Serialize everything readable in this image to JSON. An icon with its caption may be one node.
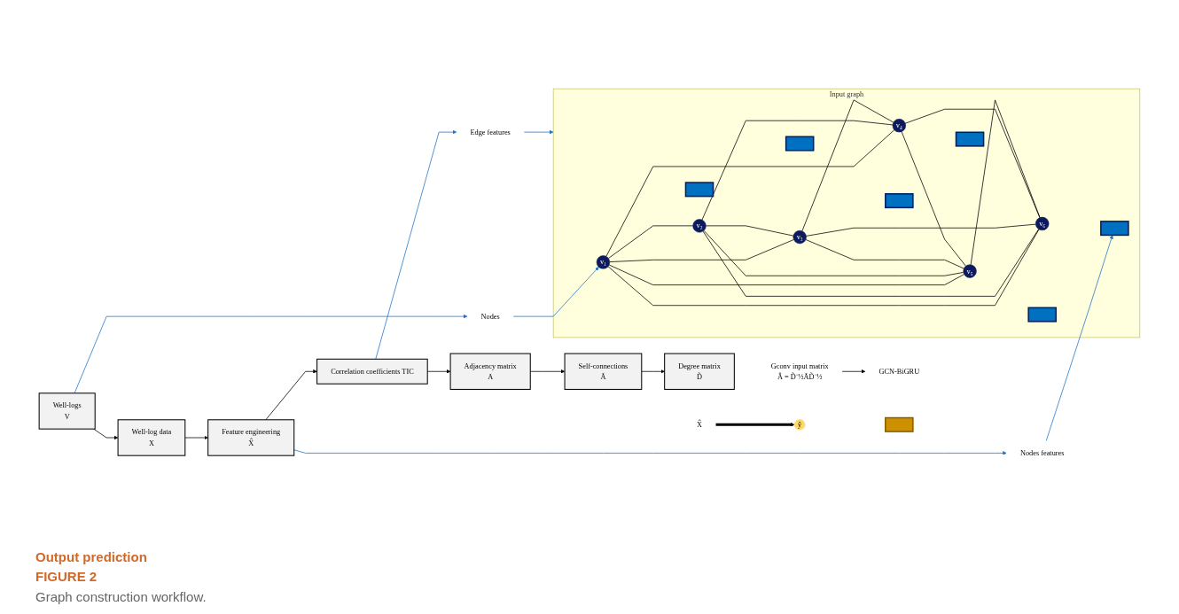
{
  "diagram": {
    "caption": "Graph construction workflow.",
    "nodes": [
      {
        "text": [
          "Well-logs",
          "V"
        ]
      },
      {
        "text": [
          "Well-log data",
          "X"
        ]
      },
      {
        "text": [
          "Feature engineering",
          "X̂"
        ]
      },
      {
        "text": [
          "Correlation coefficients TIC"
        ]
      },
      {
        "text": [
          "Adjacency matrix",
          "A"
        ]
      },
      {
        "text": [
          "Self-connections",
          "Ã"
        ]
      },
      {
        "text": [
          "Degree matrix",
          "D̃"
        ]
      },
      {
        "text": [
          "Nodes"
        ]
      },
      {
        "text": [
          "Nodes features"
        ]
      },
      {
        "text": [
          "Edge features"
        ]
      },
      {
        "text": [
          "Input graph"
        ]
      },
      {
        "text": [
          "v₁"
        ],
        "in": 10
      },
      {
        "text": [
          "v₂"
        ],
        "in": 10
      },
      {
        "text": [
          "v₃"
        ],
        "in": 10
      },
      {
        "text": [
          "v₄"
        ],
        "in": 10
      },
      {
        "text": [
          "v₅"
        ],
        "in": 10
      },
      {
        "text": [
          "v₆"
        ],
        "in": 10
      },
      {
        "text": [],
        "shape": "bar",
        "in": 10
      },
      {
        "text": [],
        "shape": "bar",
        "in": 10
      },
      {
        "text": [],
        "shape": "bar",
        "in": 10
      },
      {
        "text": [],
        "shape": "bar",
        "in": 10
      },
      {
        "text": [],
        "shape": "bar",
        "in": 10
      },
      {
        "text": [],
        "shape": "bar",
        "in": 10
      },
      {
        "text": [
          "X̂"
        ]
      },
      {
        "text": [
          "GCN-BiGRU"
        ]
      },
      {
        "text": [
          "ŷ"
        ]
      },
      {
        "text": [],
        "shape": "bar"
      },
      {
        "text": [
          "Gconv input matrix",
          "Â = D̃⁻½ÃD̃⁻½"
        ]
      }
    ],
    "edges": [
      {
        "from": 0,
        "to": 1,
        "arrow": "to"
      },
      {
        "from": 1,
        "to": 2,
        "arrow": "to"
      },
      {
        "from": 2,
        "to": 3,
        "arrow": "to"
      },
      {
        "from": 3,
        "to": 4,
        "arrow": "to"
      },
      {
        "from": 4,
        "to": 5,
        "arrow": "to"
      },
      {
        "from": 5,
        "to": 6,
        "arrow": "to"
      },
      {
        "from": 0,
        "to": 7,
        "arrow": "to",
        "color": "#1f74c9"
      },
      {
        "from": 2,
        "to": 8,
        "arrow": "to",
        "color": "#1f74c9"
      },
      {
        "from": 3,
        "to": 9,
        "arrow": "to",
        "color": "#1f74c9"
      },
      {
        "from": 7,
        "to": 11,
        "arrow": "to",
        "color": "#1f74c9"
      },
      {
        "from": 8,
        "to": 18,
        "arrow": "to",
        "color": "#1f74c9"
      },
      {
        "from": 9,
        "to": 10,
        "arrow": "to",
        "color": "#1f74c9"
      },
      {
        "from": 11,
        "to": 12,
        "arrow": "none"
      },
      {
        "from": 11,
        "to": 13,
        "arrow": "none"
      },
      {
        "from": 11,
        "to": 14,
        "arrow": "none"
      },
      {
        "from": 11,
        "to": 15,
        "arrow": "none"
      },
      {
        "from": 11,
        "to": 16,
        "arrow": "none"
      },
      {
        "from": 12,
        "to": 13,
        "arrow": "none"
      },
      {
        "from": 12,
        "to": 14,
        "arrow": "none"
      },
      {
        "from": 12,
        "to": 15,
        "arrow": "none"
      },
      {
        "from": 12,
        "to": 16,
        "arrow": "none"
      },
      {
        "from": 13,
        "to": 14,
        "arrow": "none"
      },
      {
        "from": 13,
        "to": 15,
        "arrow": "none"
      },
      {
        "from": 13,
        "to": 16,
        "arrow": "none"
      },
      {
        "from": 14,
        "to": 15,
        "arrow": "none"
      },
      {
        "from": 14,
        "to": 16,
        "arrow": "none"
      },
      {
        "from": 15,
        "to": 16,
        "arrow": "none"
      },
      {
        "from": 23,
        "to": 25,
        "arrow": "to",
        "style": "thick"
      },
      {
        "from": 27,
        "to": 24,
        "arrow": "to"
      }
    ],
    "labels": [
      "Output prediction",
      "FIGURE 2"
    ]
  }
}
